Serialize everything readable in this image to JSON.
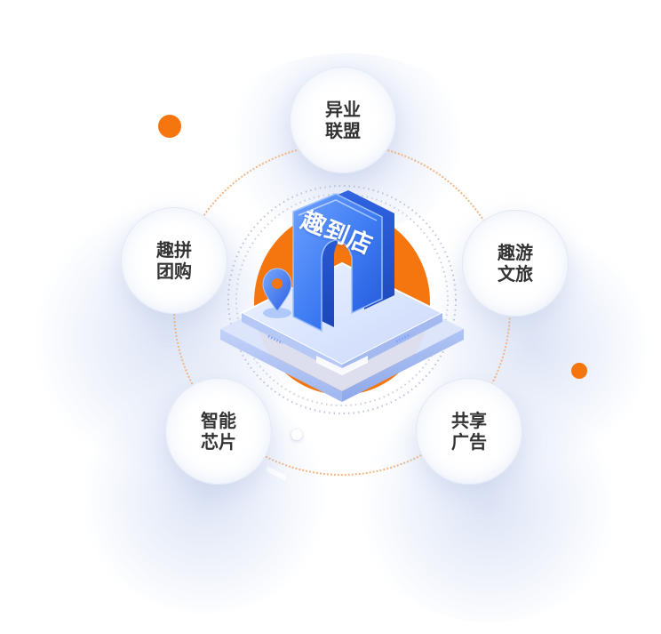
{
  "center": {
    "sign_text": "趣到店"
  },
  "nodes": [
    {
      "key": "yiye",
      "label": "异业联盟"
    },
    {
      "key": "qupin",
      "label": "趣拼团购"
    },
    {
      "key": "quyou",
      "label": "趣游文旅"
    },
    {
      "key": "zhineng",
      "label": "智能芯片"
    },
    {
      "key": "gongxiang",
      "label": "共享广告"
    }
  ],
  "colors": {
    "accent_orange": "#f5750f",
    "primary_blue": "#3d7bf2",
    "text_dark": "#333333",
    "orbit_dots": "#f1b683"
  }
}
